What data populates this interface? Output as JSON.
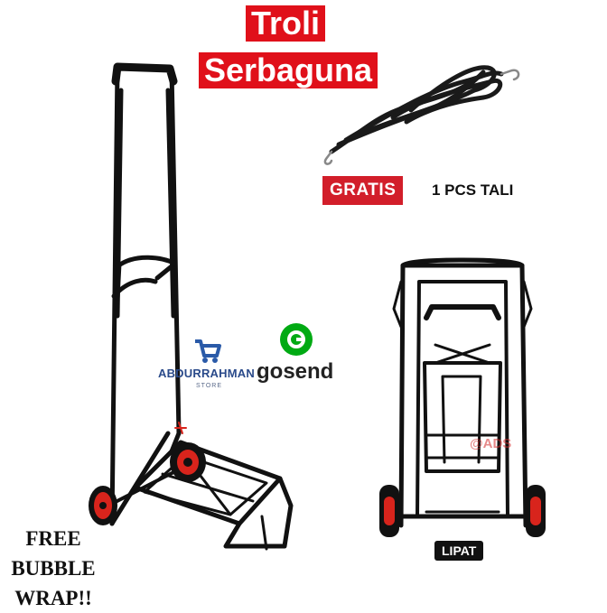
{
  "title": {
    "line1": "Troli",
    "line2": "Serbaguna"
  },
  "promo": {
    "badge": "GRATIS",
    "text": "1 PCS TALI"
  },
  "folded_label": "LIPAT",
  "free_text": {
    "line1": "FREE",
    "line2": "BUBBLE",
    "line3": "WRAP!!"
  },
  "store": {
    "name": "ABDURRAHMAN",
    "sub": "STORE"
  },
  "courier": {
    "name": "gosend"
  },
  "watermark": "@ADS",
  "colors": {
    "title_bg": "#e0101a",
    "badge_bg": "#d21e2a",
    "wheel": "#d8241c",
    "frame": "#111111",
    "gosend": "#00aa13",
    "store": "#2a5aa8"
  },
  "icons": [
    "cart-icon",
    "gosend-logo-icon"
  ]
}
